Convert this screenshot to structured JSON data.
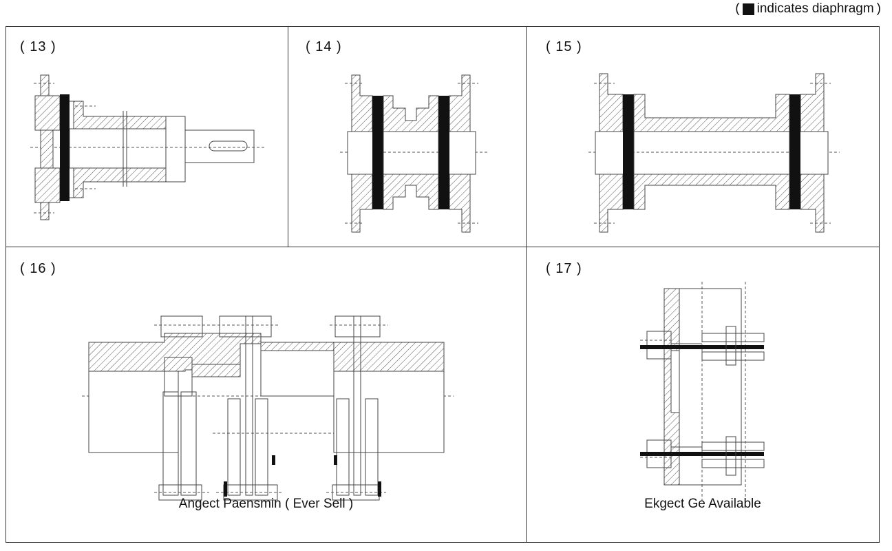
{
  "legend": {
    "open": "(",
    "text": "indicates diaphragm",
    "close": ")"
  },
  "panels": [
    {
      "id": "13",
      "label": "( 13 )"
    },
    {
      "id": "14",
      "label": "( 14 )"
    },
    {
      "id": "15",
      "label": "( 15 )"
    },
    {
      "id": "16",
      "label": "( 16 )",
      "caption": "Angect Paensmin ( Ever Sell )"
    },
    {
      "id": "17",
      "label": "( 17 )",
      "caption": "Ekgect Ge Available"
    }
  ],
  "colors": {
    "line": "#444444",
    "diaphragm": "#111111",
    "border": "#333333"
  }
}
